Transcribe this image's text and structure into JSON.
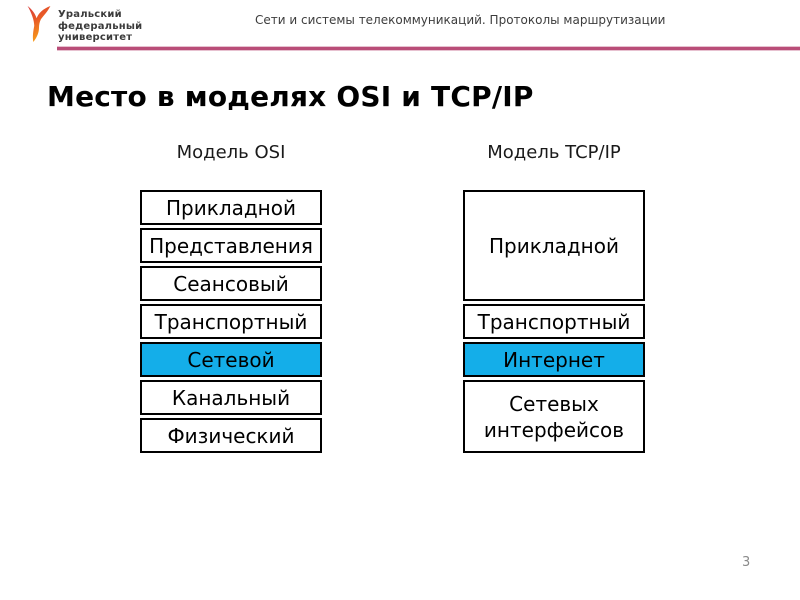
{
  "header": {
    "university": [
      "Уральский",
      "федеральный",
      "университет"
    ],
    "course": "Сети и системы телекоммуникаций. Протоколы маршрутизации"
  },
  "title": "Место в моделях OSI и TCP/IP",
  "page_number": "3",
  "colors": {
    "highlight": "#14aee9",
    "rule": "#b94d78",
    "logo_gradient_top": "#d93b3c",
    "logo_gradient_bottom": "#f9a51a"
  },
  "diagram": {
    "osi": {
      "label": "Модель OSI",
      "layers": [
        {
          "name": "Прикладной",
          "span": 1,
          "highlight": false
        },
        {
          "name": "Представления",
          "span": 1,
          "highlight": false
        },
        {
          "name": "Сеансовый",
          "span": 1,
          "highlight": false
        },
        {
          "name": "Транспортный",
          "span": 1,
          "highlight": false
        },
        {
          "name": "Сетевой",
          "span": 1,
          "highlight": true
        },
        {
          "name": "Канальный",
          "span": 1,
          "highlight": false
        },
        {
          "name": "Физический",
          "span": 1,
          "highlight": false
        }
      ]
    },
    "tcpip": {
      "label": "Модель TCP/IP",
      "layers": [
        {
          "name": "Прикладной",
          "span": 3,
          "highlight": false
        },
        {
          "name": "Транспортный",
          "span": 1,
          "highlight": false
        },
        {
          "name": "Интернет",
          "span": 1,
          "highlight": true
        },
        {
          "name": "Сетевых интерфейсов",
          "span": 2,
          "highlight": false
        }
      ]
    }
  }
}
